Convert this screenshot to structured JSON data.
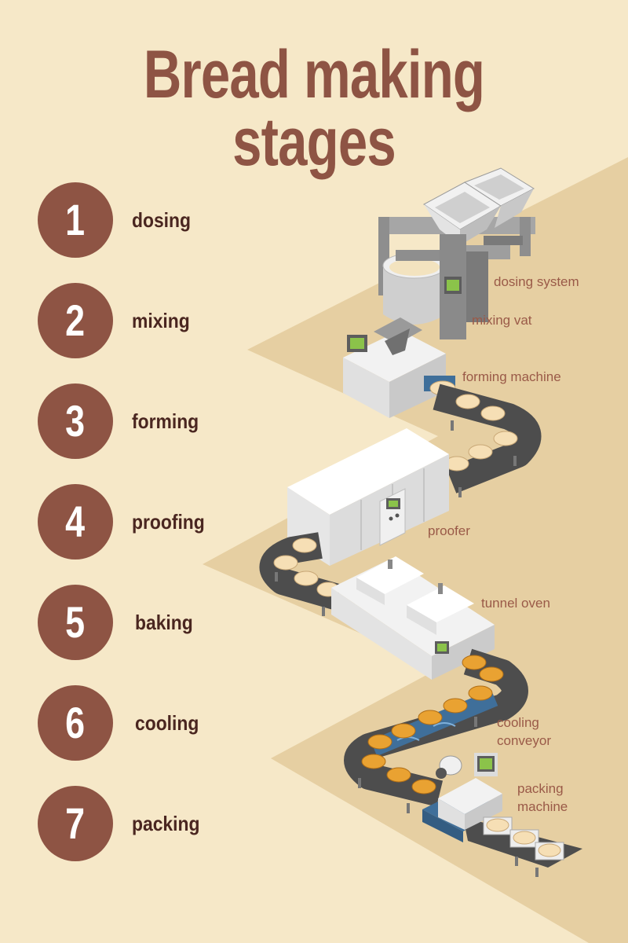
{
  "title": "Bread making stages",
  "steps": [
    {
      "number": "1",
      "label": "dosing"
    },
    {
      "number": "2",
      "label": "mixing"
    },
    {
      "number": "3",
      "label": "forming"
    },
    {
      "number": "4",
      "label": "proofing"
    },
    {
      "number": "5",
      "label": "baking"
    },
    {
      "number": "6",
      "label": "cooling"
    },
    {
      "number": "7",
      "label": "packing"
    }
  ],
  "machines": {
    "dosing_system": "dosing system",
    "mixing_vat": "mixing vat",
    "forming_machine": "forming machine",
    "proofer": "proofer",
    "tunnel_oven": "tunnel oven",
    "cooling_conveyor_1": "cooling",
    "cooling_conveyor_2": "conveyor",
    "packing_machine_1": "packing",
    "packing_machine_2": "machine"
  },
  "colors": {
    "background": "#f6e8c8",
    "zigzag": "#e6cfa2",
    "accent": "#8e5444",
    "step_text": "#4a2620",
    "machine_label": "#9a5a48",
    "conveyor": "#4d4d4d",
    "cooling_belt": "#3f6f9a",
    "dough": "#f6dfb5",
    "bread": "#e9a232"
  }
}
